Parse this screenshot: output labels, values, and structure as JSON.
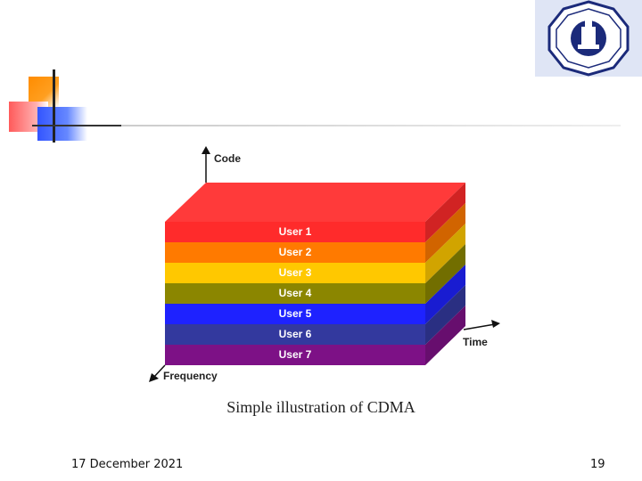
{
  "diagram": {
    "axes": {
      "code": "Code",
      "time": "Time",
      "frequency": "Frequency"
    },
    "users": [
      {
        "label": "User 1",
        "color": "#ff2b2b"
      },
      {
        "label": "User 2",
        "color": "#ff7a00"
      },
      {
        "label": "User 3",
        "color": "#ffc800"
      },
      {
        "label": "User 4",
        "color": "#8b8600"
      },
      {
        "label": "User 5",
        "color": "#1e22ff"
      },
      {
        "label": "User 6",
        "color": "#33399e"
      },
      {
        "label": "User 7",
        "color": "#7d1186"
      }
    ],
    "top_color": "#ff3a3a",
    "caption": "Simple illustration of CDMA"
  },
  "footer": {
    "date": "17 December 2021",
    "page": "19"
  }
}
